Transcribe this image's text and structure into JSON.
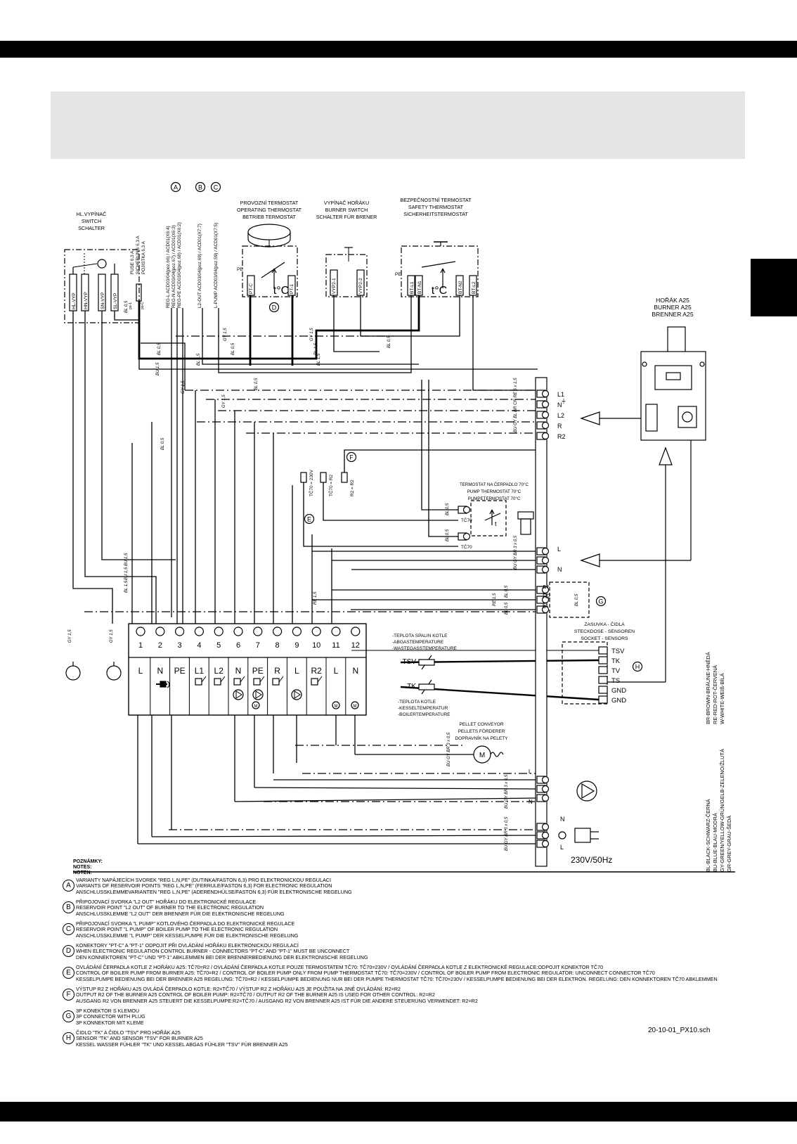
{
  "header": {
    "title": ""
  },
  "labels": {
    "main_switch": [
      "HL.VYPÍNAČ",
      "SWITCH",
      "SCHALTER"
    ],
    "fuse": [
      "FUSE 6,3 A",
      "SICHERUNG 6,3 A",
      "POJISTKA 6,3 A"
    ],
    "operating_thermostat": [
      "PROVOZNÍ TERMOSTAT",
      "OPERATING THERMOSTAT",
      "BETRIEB TERMOSTAT"
    ],
    "burner_switch": [
      "VYPÍNAČ HOŘÁKU",
      "BURNER SWITCH",
      "SCHALTER FÜR BRENER"
    ],
    "safety_thermostat": [
      "BEZPEČNOSTNÍ TERMOSTAT",
      "SAFETY THERMOSTAT",
      "SICHERHEITSTERMOSTAT"
    ],
    "burner": [
      "HOŘÁK A25",
      "BURNER A25",
      "BRENNER A25"
    ],
    "pump_thermostat": [
      "TERMOSTAT NA ČERPADLO 70°C",
      "PUMP THERMOSTAT 70°C",
      "PUMPETERMOSTAT 70°C"
    ],
    "sockets": [
      "ZASUVKA - ČIDLA",
      "STECKDOSE - SENSOREN",
      "SOCKET - SENSORS"
    ],
    "flue_temp": [
      "-TEPLOTA SPALIN KOTLE",
      "-ABGASTEMPERATURE",
      "-WASTEGASSTEMPERATURE"
    ],
    "boiler_temp": [
      "-TEPLOTA KOTLE",
      "-KESSELTEMPERATUR",
      "-BOILERTEMPERATURE"
    ],
    "pellet_conveyor": [
      "PELLET CONVEYOR",
      "PELLETS FÖRDERER",
      "DOPRAVNÍK NA PELETY"
    ],
    "supply": "230V/50Hz",
    "notes_head": [
      "POZNÁMKY:",
      "NOTES:",
      "NOTEN:"
    ],
    "doc_ref": "20-10-01_PX10.sch",
    "color_legend": [
      "BR-BROWN-BRÄUNE-HNĚDÁ",
      "RE-RED-ROT-ČERVENÁ",
      "W-WHITE-WEIß-BÍLÁ",
      "BL-BLACK-SCHWARZ-ČERNÁ",
      "BU-BLUE-BLAU-MODRÁ",
      "GY-GREEN/YELLOW-GRÜN/GELB-ZELENO/ŽLUTÁ",
      "GR-GREY-GRAU-ŠEDÁ"
    ]
  },
  "vertical_labels": {
    "reg_l": "REG-L ACD03/04(poz.66) / ACD01(X6:4)",
    "reg_n": "REG-N ACD03/04(poz.67) / ACD01(X6:3)",
    "reg_pe": "REG-PE ACD03/04(poz.68) / ACD01(X6:2)",
    "l2_out": "L2-OUT ACD03/04(poz.69) / ACD01(X7:7)",
    "l_pump": "L-PUMP ACD03/04(poz.59) / ACD01(X7:5)"
  },
  "switch_pins": [
    "HL-VYP",
    "HN-VYP",
    "SN-VYP",
    "SL-VYP"
  ],
  "thermo_pins": [
    "PT-C",
    "PT-1"
  ],
  "burner_switch_pins": [
    "VYP2-1",
    "VYP2-2"
  ],
  "safety_pins": [
    "BT-L1",
    "BT-N1",
    "BT-N2",
    "BT-L2"
  ],
  "temp_symbol": "t°C",
  "callouts": [
    "A",
    "B",
    "C",
    "D",
    "E",
    "F",
    "G",
    "H"
  ],
  "terminal_numbers": [
    "1",
    "2",
    "3",
    "4",
    "5",
    "6",
    "7",
    "8",
    "9",
    "10",
    "11",
    "12"
  ],
  "terminal_labels": [
    "L",
    "N",
    "PE",
    "L1",
    "L2",
    "N",
    "PE",
    "R",
    "L",
    "R2",
    "L",
    "N"
  ],
  "connector_burner": [
    "L1",
    "N",
    "L2",
    "R",
    "R2"
  ],
  "connector_pump": [
    "L",
    "N"
  ],
  "connector_g": [
    "a+",
    "R2",
    "b-"
  ],
  "sensor_pins": [
    "TSV",
    "TK",
    "TV",
    "TS",
    "GND",
    "GND"
  ],
  "power_pins": [
    "N",
    "L"
  ],
  "wire_tags": {
    "bl05": "BL 0,5",
    "bu15": "BU 1,5",
    "gy15": "GY 1,5",
    "bl15": "BL 1,5",
    "re15": "RE 1,5",
    "cable6": "BU GY BL BR CR RE 6 x 1,5",
    "cable3": "BU GY BR 3 x 0,5",
    "tc70_230": "TČ70 = 230V",
    "tc70_r2": "TČ70 = R2",
    "r2_r2": "R2 = R2",
    "tc70": "TČ70"
  },
  "notes": [
    {
      "letter": "A",
      "lines": [
        "VARIANTY NAPÁJECÍCH SVOREK \"REG L,N,PE\" (DUTINKA/FASTON 6,3) PRO ELEKTRONICKOU REGULACI",
        "VARIANTS OF RESERVOIR POINTS \"REG L,N,PE\" (FERRULE/FASTON 6,3) FOR ELECTRONIC REGULATION",
        "ANSCHLUSSKLEMMEVARIANTEN \"REG L,N,PE\" (ADERENDHÜLSE/FASTON 6,3) FÜR ELEKTRONISCHE REGELUNG"
      ]
    },
    {
      "letter": "B",
      "lines": [
        "PŘIPOJOVACÍ SVORKA \"L2 OUT\" HOŘÁKU DO ELEKTRONICKÉ REGULACE",
        "RESERVOIR POINT \"L2 OUT\" OF BURNER TO THE ELECTRONIC REGULATION",
        "ANSCHLUSSKLEMME \"L2 OUT\" DER BRENNER FÜR DIE ELEKTRONISCHE REGELUNG"
      ]
    },
    {
      "letter": "C",
      "lines": [
        "PŘIPOJOVACÍ SVORKA \"L PUMP\" KOTLOVÉHO ČERPADLA DO ELEKTRONICKÉ REGULACE",
        "RESERVOIR POINT \"L PUMP\" OF BOILER PUMP TO THE ELECTRONIC REGULATION",
        "ANSCHLUSSKLEMME \"L PUMP\" DER KESSELPUMPE FÜR DIE ELEKTRONISCHE REGELUNG"
      ]
    },
    {
      "letter": "D",
      "lines": [
        "KONEKTORY \"PT-C\" A \"PT-1\" ODPOJIT PŘI OVLÁDÁNÍ HOŘÁKU ELEKTRONICKOU REGULACÍ",
        "WHEN ELECTRONIC REGULATION CONTROL BURNER - CONNECTORS \"PT-C\" AND \"PT-1\" MUST BE UNCONNECT",
        "DEN KONNEKTOREN \"PT-C\" UND \"PT-1\" ABKLEMMEN BEI DER BRENNERBEDIENUNG DER ELEKTRONISCHE REGELUNG"
      ]
    },
    {
      "letter": "E",
      "lines": [
        "OVLÁDÁNÍ ČERPADLA KOTLE Z HOŘÁKU A25: TČ70=R2 / OVLÁDÁNÍ ČERPADLA KOTLE POUZE TERMOSTATEM TČ70: TČ70=230V / OVLÁDÁNÍ ČERPADLA KOTLE Z ELEKTRONICKÉ REGULACE:ODPOJIT KONEKTOR TČ70",
        "CONTROL OF BOILER PUMP FROM BURNER A25: TČ70=R2 / CONTROL OF BOILER PUMP ONLY FROM PUMP THERMOSTAT TČ70: TČ70=230V / CONTROL OF BOILER PUMP FROM ELECTRONIC REGULATOR: UNCONNECT CONNECTOR TČ70",
        "KESSELPUMPE BEDIENUNG BEI DER BRENNER A25 REGELUNG: TČ70=R2 / KESSELPUMPE BEDIENUNG NUR BEI DER PUMPE THERMOSTAT TČ70: TČ70=230V / KESSELPUMPE BEDIENUNG BEI DER ELEKTRON. REGELUNG: DEN KONNEKTOREN TČ70 ABKLEMMEN"
      ]
    },
    {
      "letter": "F",
      "lines": [
        "VÝSTUP R2 Z HOŘÁKU A25 OVLÁDÁ ČERPADLO KOTLE: R2=TČ70 / VÝSTUP R2 Z HOŘÁKU A25 JE POUŽITA NA JINÉ OVLÁDÁNÍ: R2=R2",
        "OUTPUT R2 OF THE BURNER A25 CONTROL OF BOILER PUMP: R2=TČ70 / OUTPUT R2 OF THE BURNER A25 IS USED FOR OTHER CONTROL: R2=R2",
        "AUSGANG R2 VON BRENNER A25 STEUERT DIE KESSELPUMPE:R2=TČ70 / AUSGANG R2 VON BRENNER A25 IST FÜR DIE ANDERE STEUERUNG VERWENDET: R2=R2"
      ]
    },
    {
      "letter": "G",
      "lines": [
        "3P KONEKTOR S KLEMOU",
        "3P CONNECTOR WITH PLUG",
        "3P KONNEKTOR MIT KLEME"
      ]
    },
    {
      "letter": "H",
      "lines": [
        "ČIDLO \"TK\" A ČIDLO \"TSV\" PRO HOŘÁK A25",
        "SENSOR \"TK\" AND SENSOR \"TSV\" FOR BURNER A25",
        "KESSEL WASSER FÜHLER \"TK\" UND KESSEL ABGAS FÜHLER \"TSV\" FÜR BRENNER A25"
      ]
    }
  ]
}
